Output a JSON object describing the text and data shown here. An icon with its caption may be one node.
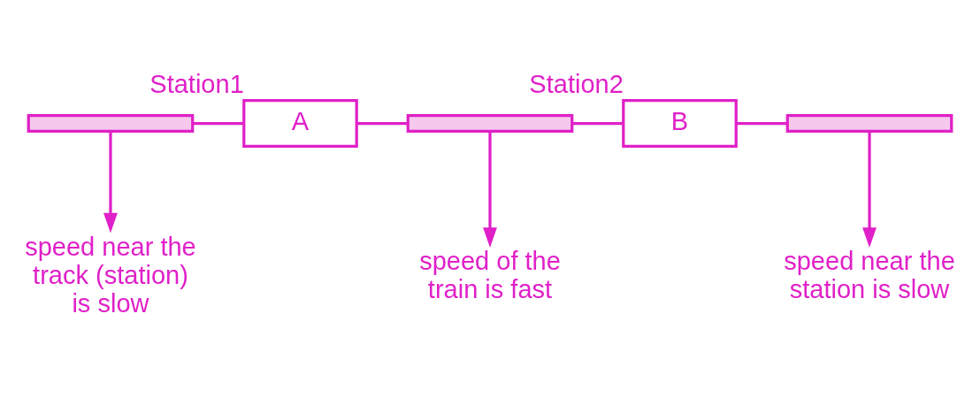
{
  "diagram": {
    "nodes": [
      {
        "text": [],
        "shape": "bar"
      },
      {
        "text": [
          "A"
        ],
        "beside": [
          "Station1"
        ]
      },
      {
        "text": [],
        "shape": "bar"
      },
      {
        "text": [
          "B"
        ],
        "beside": [
          "Station2"
        ]
      },
      {
        "text": [],
        "shape": "bar"
      },
      {
        "text": [
          "speed near the track (station) is slow"
        ]
      },
      {
        "text": [
          "speed of the train is fast"
        ]
      },
      {
        "text": [
          "speed near the station is slow"
        ]
      }
    ],
    "edges": [
      {
        "from": 0,
        "to": 1,
        "arrow": "none"
      },
      {
        "from": 1,
        "to": 2,
        "arrow": "none"
      },
      {
        "from": 2,
        "to": 3,
        "arrow": "none"
      },
      {
        "from": 3,
        "to": 4,
        "arrow": "none"
      },
      {
        "from": 0,
        "to": 5,
        "arrow": "to"
      },
      {
        "from": 2,
        "to": 6,
        "arrow": "to"
      },
      {
        "from": 4,
        "to": 7,
        "arrow": "to"
      }
    ]
  }
}
